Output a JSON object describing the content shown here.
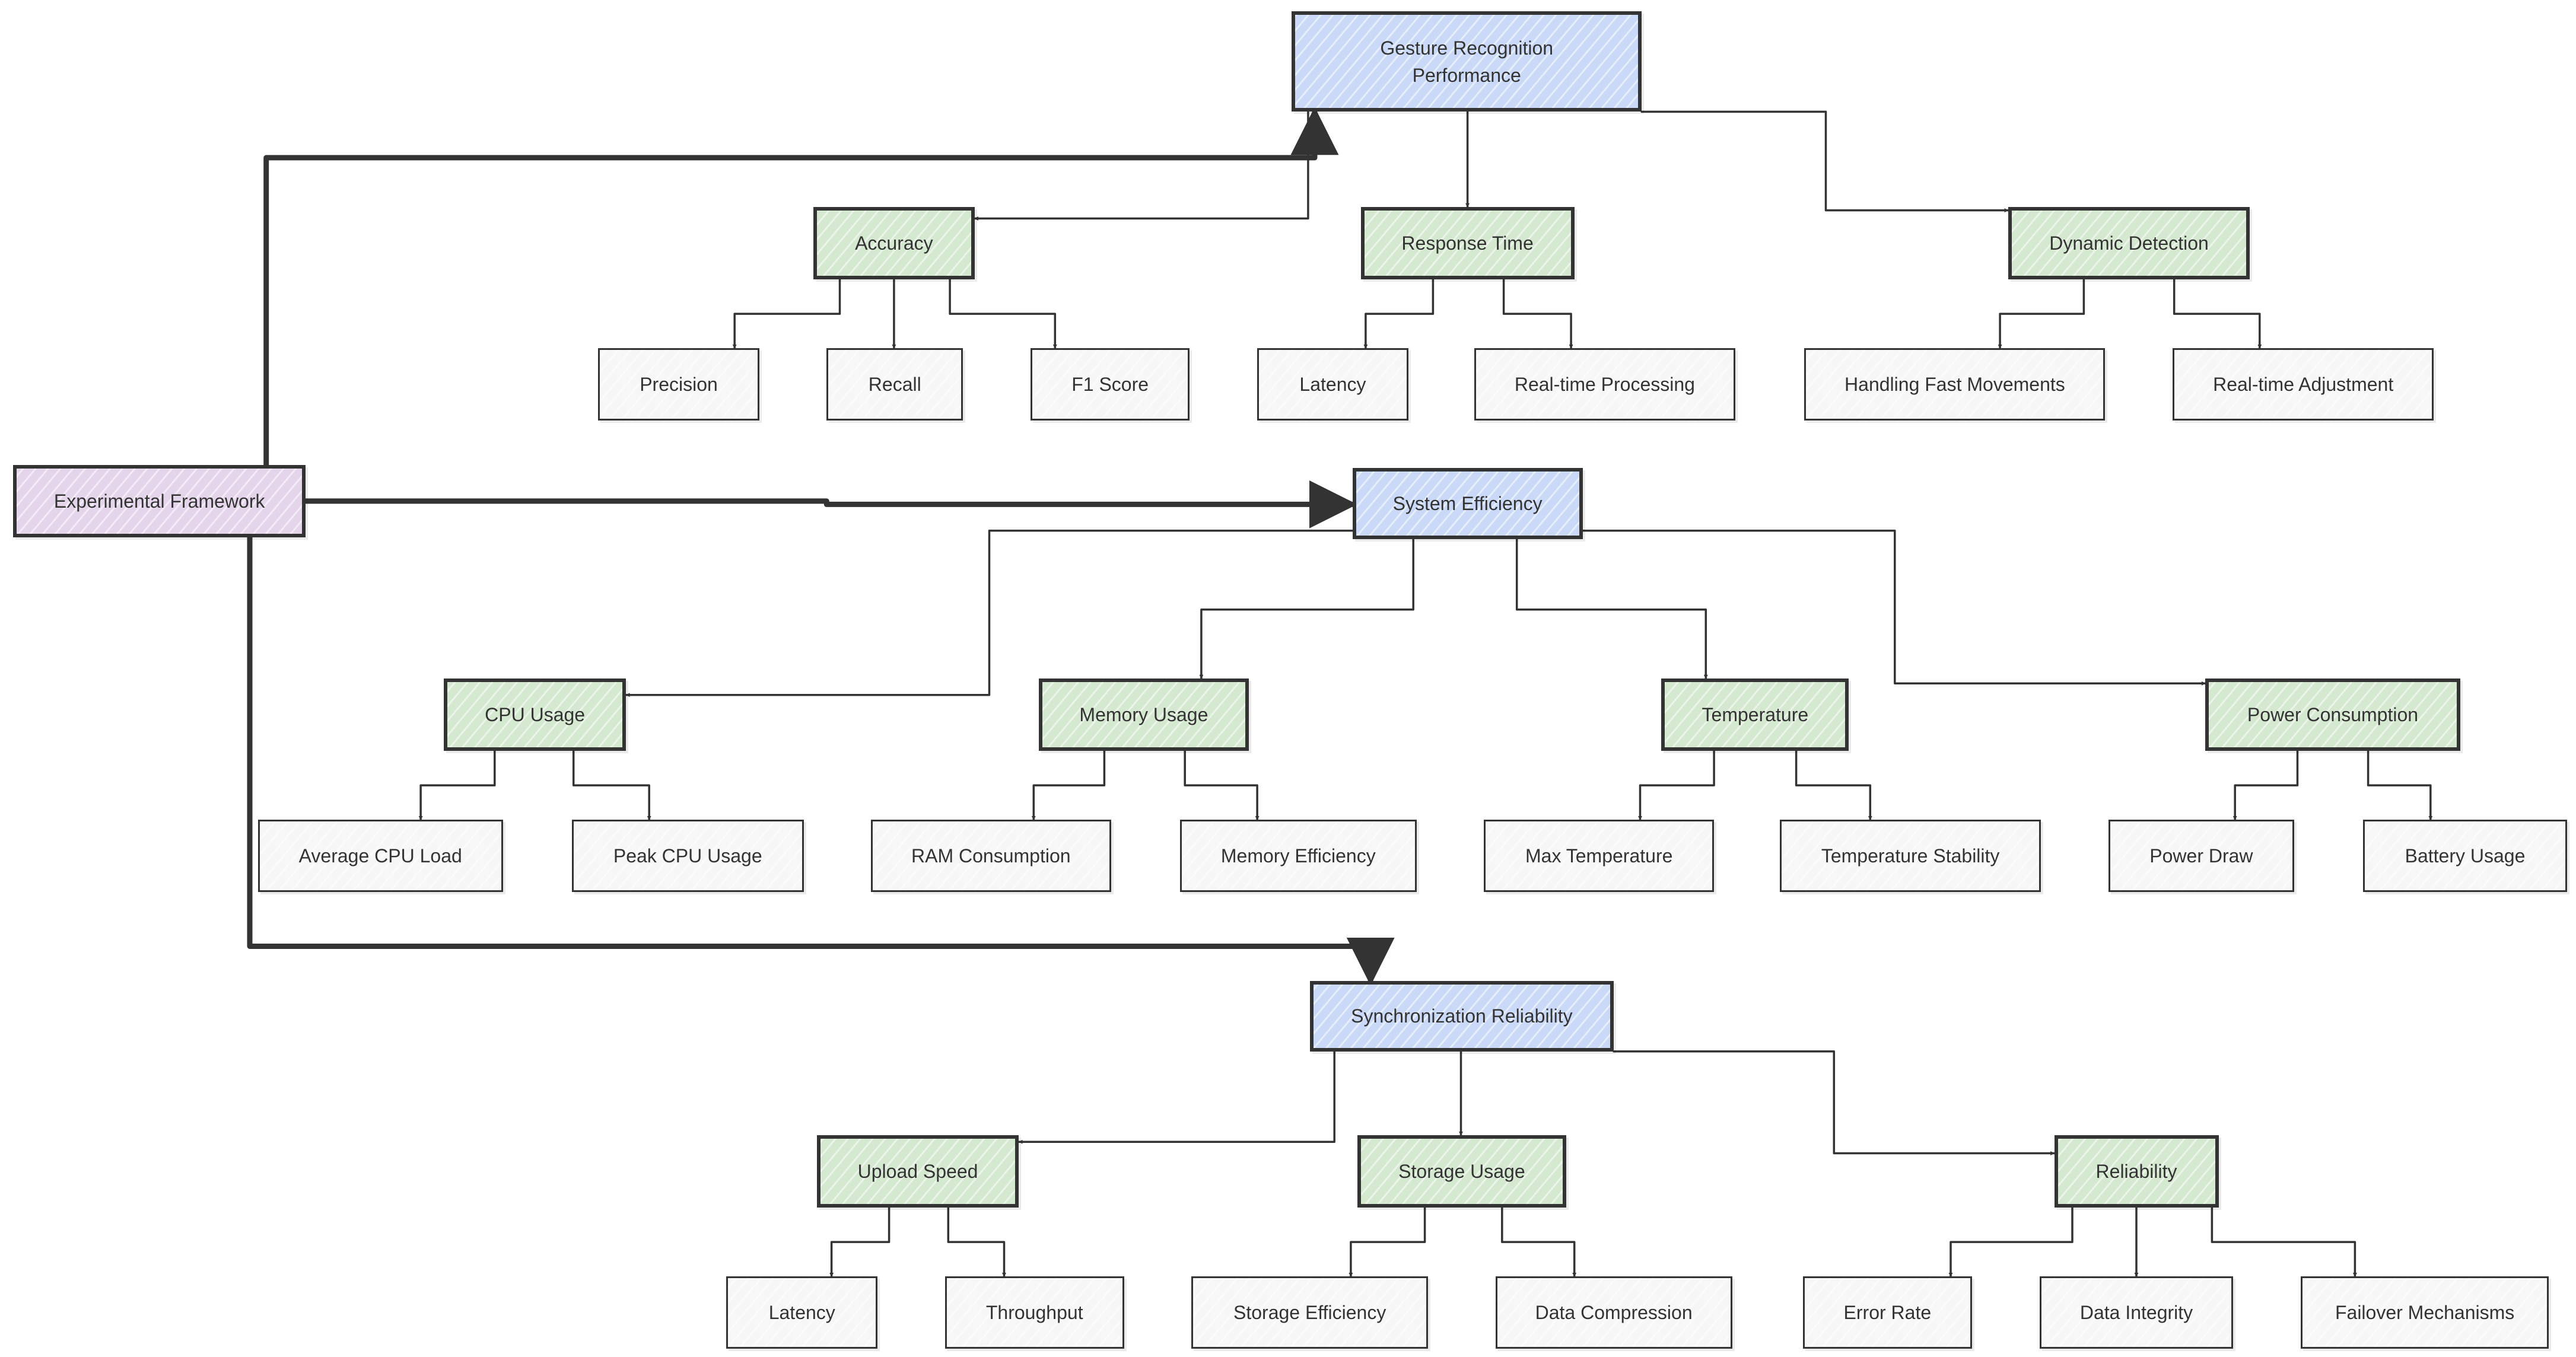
{
  "colors": {
    "root_fill": "#e4d5ea",
    "category_fill": "#c9d9f7",
    "metric_fill": "#d5e8d0",
    "leaf_fill": "#f7f7f7",
    "stroke": "#333333",
    "text": "#333333"
  },
  "nodes": [
    {
      "id": "experimental-framework",
      "level": "root",
      "lines": [
        "Experimental Framework"
      ]
    },
    {
      "id": "gesture-recognition-performance",
      "level": "1",
      "lines": [
        "Gesture Recognition",
        "Performance"
      ]
    },
    {
      "id": "system-efficiency",
      "level": "1",
      "lines": [
        "System Efficiency"
      ]
    },
    {
      "id": "synchronization-reliability",
      "level": "1",
      "lines": [
        "Synchronization Reliability"
      ]
    },
    {
      "id": "accuracy",
      "level": "2",
      "lines": [
        "Accuracy"
      ]
    },
    {
      "id": "response-time",
      "level": "2",
      "lines": [
        "Response Time"
      ]
    },
    {
      "id": "dynamic-detection",
      "level": "2",
      "lines": [
        "Dynamic Detection"
      ]
    },
    {
      "id": "precision",
      "level": "3",
      "lines": [
        "Precision"
      ]
    },
    {
      "id": "recall",
      "level": "3",
      "lines": [
        "Recall"
      ]
    },
    {
      "id": "f1-score",
      "level": "3",
      "lines": [
        "F1 Score"
      ]
    },
    {
      "id": "latency-response",
      "level": "3",
      "lines": [
        "Latency"
      ]
    },
    {
      "id": "real-time-processing",
      "level": "3",
      "lines": [
        "Real-time Processing"
      ]
    },
    {
      "id": "handling-fast-movements",
      "level": "3",
      "lines": [
        "Handling Fast Movements"
      ]
    },
    {
      "id": "real-time-adjustment",
      "level": "3",
      "lines": [
        "Real-time Adjustment"
      ]
    },
    {
      "id": "cpu-usage",
      "level": "2",
      "lines": [
        "CPU Usage"
      ]
    },
    {
      "id": "memory-usage",
      "level": "2",
      "lines": [
        "Memory Usage"
      ]
    },
    {
      "id": "temperature",
      "level": "2",
      "lines": [
        "Temperature"
      ]
    },
    {
      "id": "power-consumption",
      "level": "2",
      "lines": [
        "Power Consumption"
      ]
    },
    {
      "id": "average-cpu-load",
      "level": "3",
      "lines": [
        "Average CPU Load"
      ]
    },
    {
      "id": "peak-cpu-usage",
      "level": "3",
      "lines": [
        "Peak CPU Usage"
      ]
    },
    {
      "id": "ram-consumption",
      "level": "3",
      "lines": [
        "RAM Consumption"
      ]
    },
    {
      "id": "memory-efficiency",
      "level": "3",
      "lines": [
        "Memory Efficiency"
      ]
    },
    {
      "id": "max-temperature",
      "level": "3",
      "lines": [
        "Max Temperature"
      ]
    },
    {
      "id": "temperature-stability",
      "level": "3",
      "lines": [
        "Temperature Stability"
      ]
    },
    {
      "id": "power-draw",
      "level": "3",
      "lines": [
        "Power Draw"
      ]
    },
    {
      "id": "battery-usage",
      "level": "3",
      "lines": [
        "Battery Usage"
      ]
    },
    {
      "id": "upload-speed",
      "level": "2",
      "lines": [
        "Upload Speed"
      ]
    },
    {
      "id": "storage-usage",
      "level": "2",
      "lines": [
        "Storage Usage"
      ]
    },
    {
      "id": "reliability",
      "level": "2",
      "lines": [
        "Reliability"
      ]
    },
    {
      "id": "latency-upload",
      "level": "3",
      "lines": [
        "Latency"
      ]
    },
    {
      "id": "throughput",
      "level": "3",
      "lines": [
        "Throughput"
      ]
    },
    {
      "id": "storage-efficiency",
      "level": "3",
      "lines": [
        "Storage Efficiency"
      ]
    },
    {
      "id": "data-compression",
      "level": "3",
      "lines": [
        "Data Compression"
      ]
    },
    {
      "id": "error-rate",
      "level": "3",
      "lines": [
        "Error Rate"
      ]
    },
    {
      "id": "data-integrity",
      "level": "3",
      "lines": [
        "Data Integrity"
      ]
    },
    {
      "id": "failover-mechanisms",
      "level": "3",
      "lines": [
        "Failover Mechanisms"
      ]
    }
  ],
  "edges": [
    {
      "from": "experimental-framework",
      "to": "gesture-recognition-performance",
      "weight": "heavy"
    },
    {
      "from": "experimental-framework",
      "to": "system-efficiency",
      "weight": "heavy"
    },
    {
      "from": "experimental-framework",
      "to": "synchronization-reliability",
      "weight": "heavy"
    },
    {
      "from": "gesture-recognition-performance",
      "to": "accuracy",
      "weight": "thin"
    },
    {
      "from": "gesture-recognition-performance",
      "to": "response-time",
      "weight": "thin"
    },
    {
      "from": "gesture-recognition-performance",
      "to": "dynamic-detection",
      "weight": "thin"
    },
    {
      "from": "accuracy",
      "to": "precision",
      "weight": "thin"
    },
    {
      "from": "accuracy",
      "to": "recall",
      "weight": "thin"
    },
    {
      "from": "accuracy",
      "to": "f1-score",
      "weight": "thin"
    },
    {
      "from": "response-time",
      "to": "latency-response",
      "weight": "thin"
    },
    {
      "from": "response-time",
      "to": "real-time-processing",
      "weight": "thin"
    },
    {
      "from": "dynamic-detection",
      "to": "handling-fast-movements",
      "weight": "thin"
    },
    {
      "from": "dynamic-detection",
      "to": "real-time-adjustment",
      "weight": "thin"
    },
    {
      "from": "system-efficiency",
      "to": "cpu-usage",
      "weight": "thin"
    },
    {
      "from": "system-efficiency",
      "to": "memory-usage",
      "weight": "thin"
    },
    {
      "from": "system-efficiency",
      "to": "temperature",
      "weight": "thin"
    },
    {
      "from": "system-efficiency",
      "to": "power-consumption",
      "weight": "thin"
    },
    {
      "from": "cpu-usage",
      "to": "average-cpu-load",
      "weight": "thin"
    },
    {
      "from": "cpu-usage",
      "to": "peak-cpu-usage",
      "weight": "thin"
    },
    {
      "from": "memory-usage",
      "to": "ram-consumption",
      "weight": "thin"
    },
    {
      "from": "memory-usage",
      "to": "memory-efficiency",
      "weight": "thin"
    },
    {
      "from": "temperature",
      "to": "max-temperature",
      "weight": "thin"
    },
    {
      "from": "temperature",
      "to": "temperature-stability",
      "weight": "thin"
    },
    {
      "from": "power-consumption",
      "to": "power-draw",
      "weight": "thin"
    },
    {
      "from": "power-consumption",
      "to": "battery-usage",
      "weight": "thin"
    },
    {
      "from": "synchronization-reliability",
      "to": "upload-speed",
      "weight": "thin"
    },
    {
      "from": "synchronization-reliability",
      "to": "storage-usage",
      "weight": "thin"
    },
    {
      "from": "synchronization-reliability",
      "to": "reliability",
      "weight": "thin"
    },
    {
      "from": "upload-speed",
      "to": "latency-upload",
      "weight": "thin"
    },
    {
      "from": "upload-speed",
      "to": "throughput",
      "weight": "thin"
    },
    {
      "from": "storage-usage",
      "to": "storage-efficiency",
      "weight": "thin"
    },
    {
      "from": "storage-usage",
      "to": "data-compression",
      "weight": "thin"
    },
    {
      "from": "reliability",
      "to": "error-rate",
      "weight": "thin"
    },
    {
      "from": "reliability",
      "to": "data-integrity",
      "weight": "thin"
    },
    {
      "from": "reliability",
      "to": "failover-mechanisms",
      "weight": "thin"
    }
  ]
}
